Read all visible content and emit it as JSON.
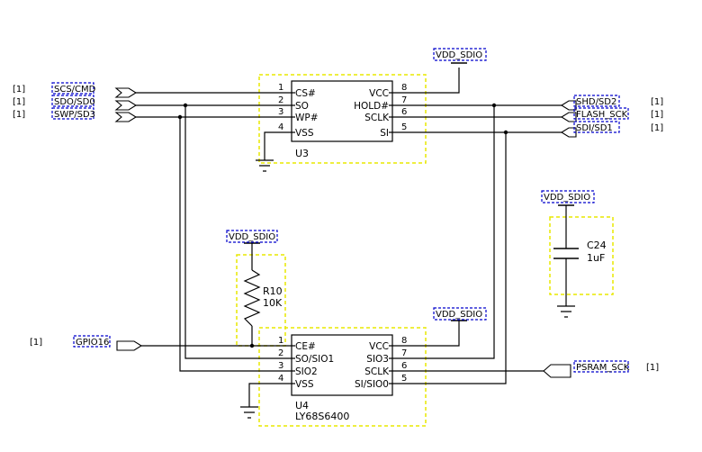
{
  "u3": {
    "ref": "U3",
    "left_pins": [
      {
        "num": "1",
        "name": "CS#"
      },
      {
        "num": "2",
        "name": "SO"
      },
      {
        "num": "3",
        "name": "WP#"
      },
      {
        "num": "4",
        "name": "VSS"
      }
    ],
    "right_pins": [
      {
        "num": "8",
        "name": "VCC"
      },
      {
        "num": "7",
        "name": "HOLD#"
      },
      {
        "num": "6",
        "name": "SCLK"
      },
      {
        "num": "5",
        "name": "SI"
      }
    ]
  },
  "u4": {
    "ref": "U4",
    "part": "LY68S6400",
    "left_pins": [
      {
        "num": "1",
        "name": "CE#"
      },
      {
        "num": "2",
        "name": "SO/SIO1"
      },
      {
        "num": "3",
        "name": "SIO2"
      },
      {
        "num": "4",
        "name": "VSS"
      }
    ],
    "right_pins": [
      {
        "num": "8",
        "name": "VCC"
      },
      {
        "num": "7",
        "name": "SIO3"
      },
      {
        "num": "6",
        "name": "SCLK"
      },
      {
        "num": "5",
        "name": "SI/SIO0"
      }
    ]
  },
  "nets": {
    "scs_cmd": "SCS/CMD",
    "sdo_sd0": "SDO/SD0",
    "swp_sd3": "SWP/SD3",
    "shd_sd2": "SHD/SD2",
    "flash_sck": "FLASH_SCK",
    "sdi_sd1": "SDI/SD1",
    "gpio16": "GPIO16",
    "psram_sck": "PSRAM_SCK",
    "vdd_sdio": "VDD_SDIO"
  },
  "sheet_ref": "[1]",
  "r10": {
    "ref": "R10",
    "value": "10K"
  },
  "c24": {
    "ref": "C24",
    "value": "1uF"
  },
  "colors": {
    "wire": "#000000",
    "label_box": "#0000cc",
    "outline": "#e8e800"
  }
}
